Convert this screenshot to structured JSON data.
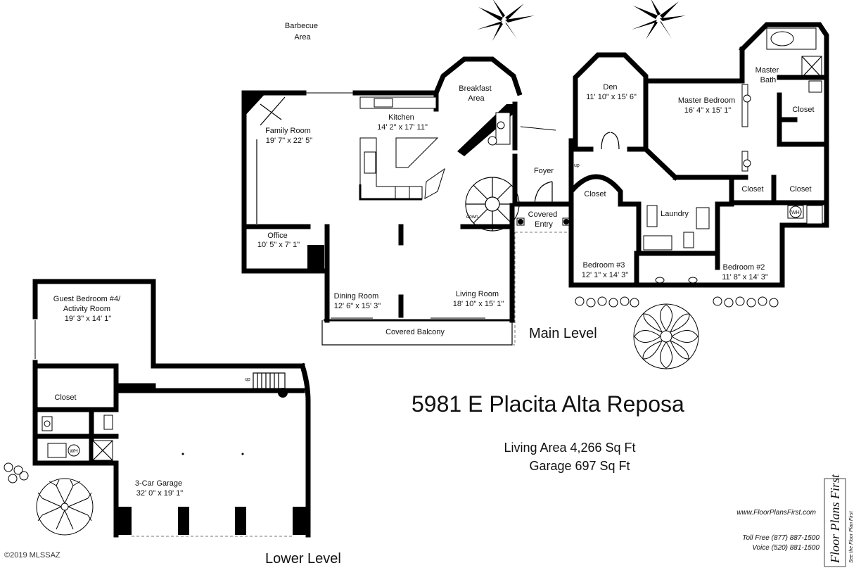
{
  "title": "5981 E Placita Alta Reposa",
  "summary": {
    "living_area": "Living Area 4,266 Sq Ft",
    "garage_area": "Garage 697 Sq Ft"
  },
  "levels": {
    "main": "Main Level",
    "lower": "Lower Level"
  },
  "rooms": {
    "barbecue": [
      "Barbecue",
      "Area"
    ],
    "family_room": [
      "Family Room",
      "19' 7\" x 22' 5\""
    ],
    "kitchen": [
      "Kitchen",
      "14' 2\" x 17' 11\""
    ],
    "breakfast": [
      "Breakfast",
      "Area"
    ],
    "den": [
      "Den",
      "11' 10\" x 15' 6\""
    ],
    "master_bedroom": [
      "Master Bedroom",
      "16' 4\" x 15' 1\""
    ],
    "master_bath": [
      "Master",
      "Bath"
    ],
    "closet_mb1": "Closet",
    "closet_mb2": "Closet",
    "closet_mb3": "Closet",
    "foyer": "Foyer",
    "closet_foyer": "Closet",
    "covered_entry": [
      "Covered",
      "Entry"
    ],
    "laundry": "Laundry",
    "office": [
      "Office",
      "10' 5\" x 7' 1\""
    ],
    "dining_room": [
      "Dining Room",
      "12' 6\" x 15' 3\""
    ],
    "living_room": [
      "Living Room",
      "18' 10\" x 15' 1\""
    ],
    "covered_balcony": "Covered Balcony",
    "bedroom3": [
      "Bedroom #3",
      "12' 1\" x 14' 3\""
    ],
    "bedroom2": [
      "Bedroom #2",
      "11' 8\" x 14' 3\""
    ],
    "guest_bedroom": [
      "Guest Bedroom #4/",
      "Activity Room",
      "19' 3\" x 14' 1\""
    ],
    "closet_guest": "Closet",
    "garage": [
      "3-Car Garage",
      "32' 0\" x 19' 1\""
    ]
  },
  "annotations": {
    "down": "down",
    "up_main": "up",
    "up_lower": "up",
    "wh_main": "WH",
    "wh_lower": "WH"
  },
  "branding": {
    "website": "www.FloorPlansFirst.com",
    "toll_free": "Toll Free (877) 887-1500",
    "voice": "Voice (520) 881-1500",
    "brand": "Floor Plans First",
    "tagline": "See the Floor Plan First"
  },
  "copyright": "©2019 MLSSAZ"
}
